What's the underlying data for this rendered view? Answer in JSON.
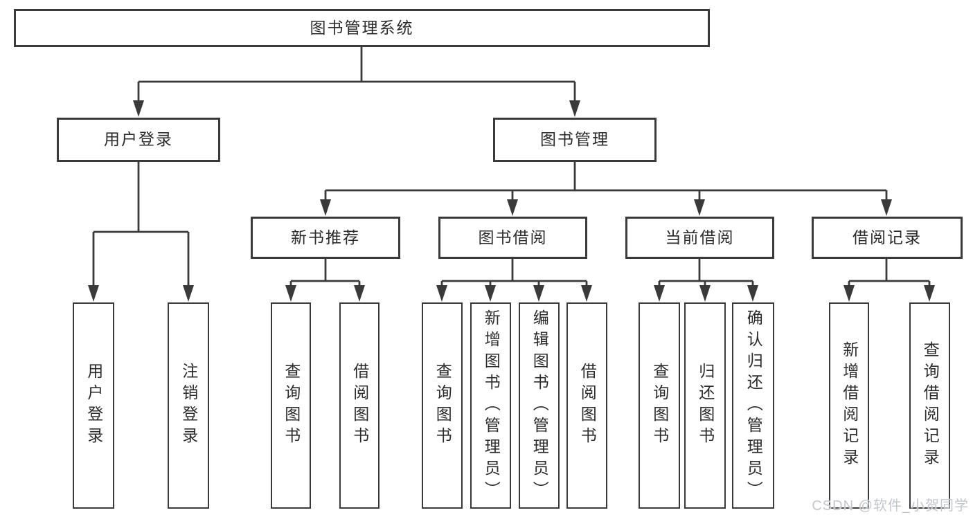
{
  "diagram": {
    "title_node": {
      "label": "图书管理系统"
    },
    "level2": [
      {
        "label": "用户登录"
      },
      {
        "label": "图书管理"
      }
    ],
    "level3": [
      {
        "label": "新书推荐"
      },
      {
        "label": "图书借阅"
      },
      {
        "label": "当前借阅"
      },
      {
        "label": "借阅记录"
      }
    ],
    "leaves": {
      "user_login": [
        "用户登录",
        "注销登录"
      ],
      "new_book": [
        "查询图书",
        "借阅图书"
      ],
      "book_borrow": [
        "查询图书",
        "新增图书（管理员）",
        "编辑图书（管理员）",
        "借阅图书"
      ],
      "current_borrow": [
        "查询图书",
        "归还图书",
        "确认归还（管理员）"
      ],
      "borrow_record": [
        "新增借阅记录",
        "查询借阅记录"
      ]
    },
    "watermark": "CSDN @软件_小贺同学",
    "colors": {
      "line": "#3a3a3a",
      "box_fill": "#ffffff",
      "text": "#2b2b2b",
      "watermark": "#c3c6cb",
      "background": "#ffffff"
    }
  }
}
